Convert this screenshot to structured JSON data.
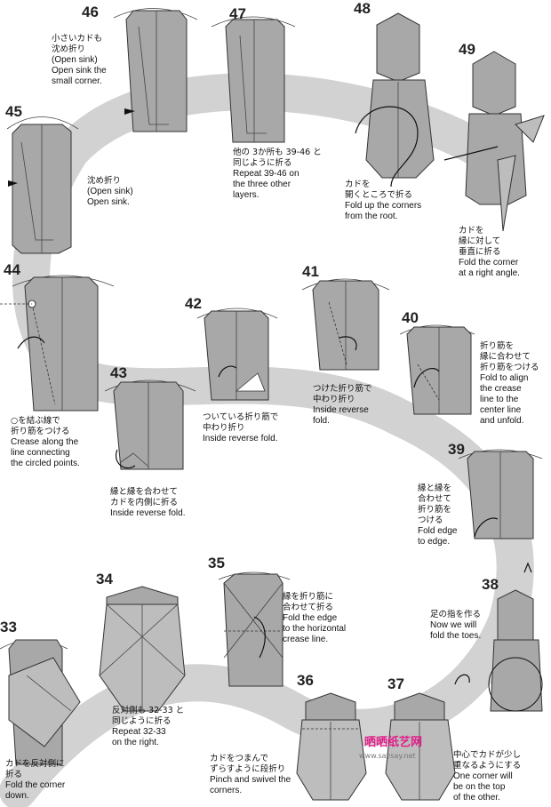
{
  "steps": [
    {
      "num": "33",
      "cap": [
        "カドを反対側に",
        "折る",
        "Fold the corner",
        "down."
      ]
    },
    {
      "num": "34",
      "cap": [
        "反対側も 32-33 と",
        "同じように折る",
        "Repeat 32-33",
        "on the right."
      ]
    },
    {
      "num": "35",
      "cap": [
        "縁を折り筋に",
        "合わせて折る",
        "Fold the edge",
        "to the horizontal",
        "crease line."
      ]
    },
    {
      "num": "36",
      "cap": [
        "カドをつまんで",
        "ずらすように段折り",
        "Pinch and swivel the",
        "corners."
      ]
    },
    {
      "num": "37",
      "cap": [
        "中心でカドが少し",
        "重なるようにする",
        "One corner will",
        "be on the top",
        "of the other."
      ]
    },
    {
      "num": "38",
      "cap": [
        "足の指を作る",
        "Now we will",
        "fold the toes."
      ]
    },
    {
      "num": "39",
      "cap": [
        "縁と縁を",
        "合わせて",
        "折り筋を",
        "つける",
        "Fold edge",
        "to edge."
      ]
    },
    {
      "num": "40",
      "cap": [
        "折り筋を",
        "縁に合わせて",
        "折り筋をつける",
        "Fold to align",
        "the crease",
        "line to the",
        "center line",
        "and unfold."
      ]
    },
    {
      "num": "41",
      "cap": [
        "つけた折り筋で",
        "中わり折り",
        "Inside reverse",
        "fold."
      ]
    },
    {
      "num": "42",
      "cap": [
        "ついている折り筋で",
        "中わり折り",
        "Inside reverse fold."
      ]
    },
    {
      "num": "43",
      "cap": [
        "縁と縁を合わせて",
        "カドを内側に折る",
        "Inside reverse fold."
      ]
    },
    {
      "num": "44",
      "cap": [
        "○を結ぶ線で",
        "折り筋をつける",
        "Crease along the",
        "line connecting",
        "the circled points."
      ]
    },
    {
      "num": "45",
      "cap": [
        "沈め折り",
        "(Open sink)",
        "Open sink."
      ]
    },
    {
      "num": "46",
      "cap": [
        "小さいカドも",
        "沈め折り",
        "(Open sink)",
        "Open sink the",
        "small corner."
      ]
    },
    {
      "num": "47",
      "cap": [
        "他の 3か所も 39-46 と",
        "同じように折る",
        "Repeat 39-46 on",
        "the three other",
        "layers."
      ]
    },
    {
      "num": "48",
      "cap": [
        "カドを",
        "開くところで折る",
        "Fold up the corners",
        "from the root."
      ]
    },
    {
      "num": "49",
      "cap": [
        "カドを",
        "縁に対して",
        "垂直に折る",
        "Fold the corner",
        "at a right angle."
      ]
    }
  ],
  "watermark": {
    "cn": "晒晒纸艺网",
    "url": "www.saysay.net"
  },
  "colors": {
    "paper": "#a8a8a8",
    "path": "#d2d2d2"
  }
}
